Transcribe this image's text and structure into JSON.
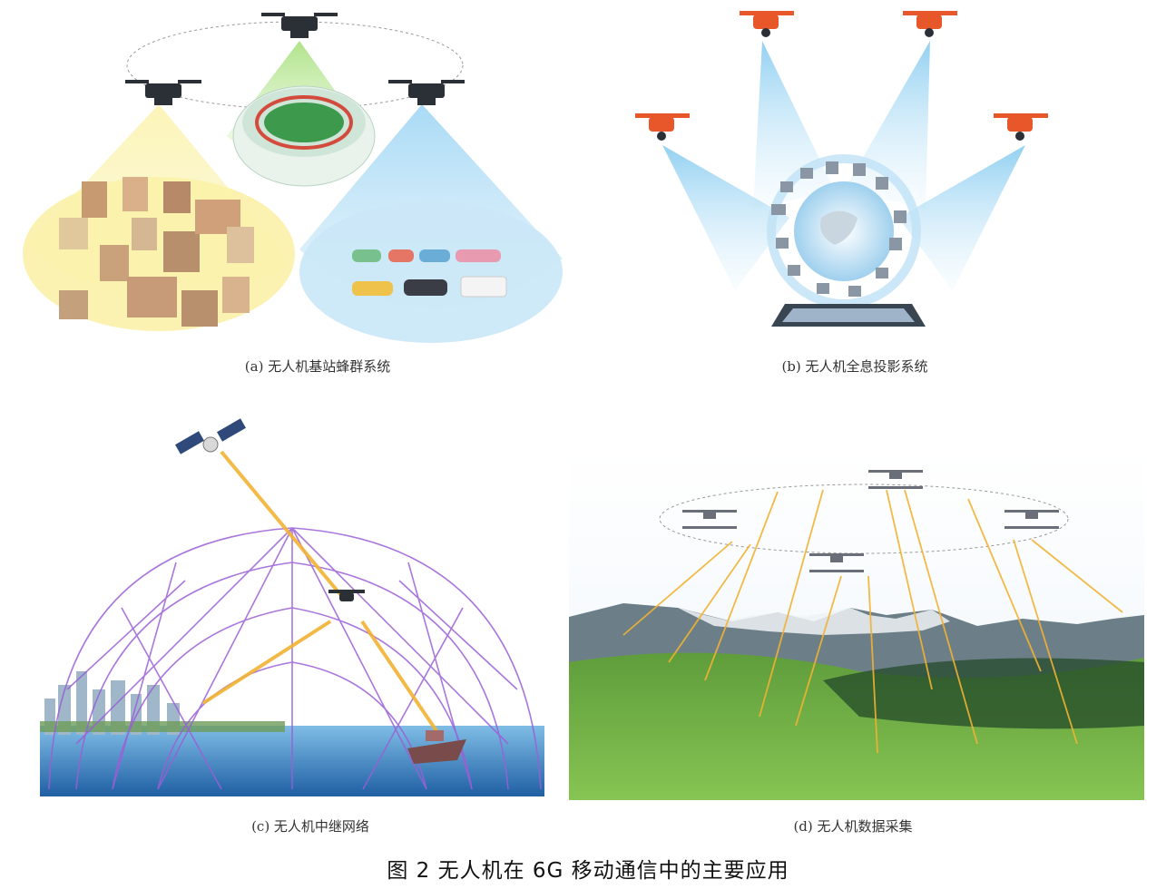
{
  "panels": {
    "a": {
      "caption": "(a) 无人机基站蜂群系统"
    },
    "b": {
      "caption": "(b) 无人机全息投影系统"
    },
    "c": {
      "caption": "(c) 无人机中继网络"
    },
    "d": {
      "caption": "(d) 无人机数据采集"
    }
  },
  "figure_caption": "图 2  无人机在 6G 移动通信中的主要应用",
  "colors": {
    "drone_dark": "#2b2f36",
    "drone_orange": "#e8572a",
    "beam_yellow": "#f6e79a",
    "beam_green": "#b7e49a",
    "beam_blue": "#8fd0f2",
    "dome_purple": "#9b5fd6",
    "link_gold": "#f2b233",
    "sea_blue": "#2f7fc4",
    "grass_green": "#4f9a2f"
  }
}
